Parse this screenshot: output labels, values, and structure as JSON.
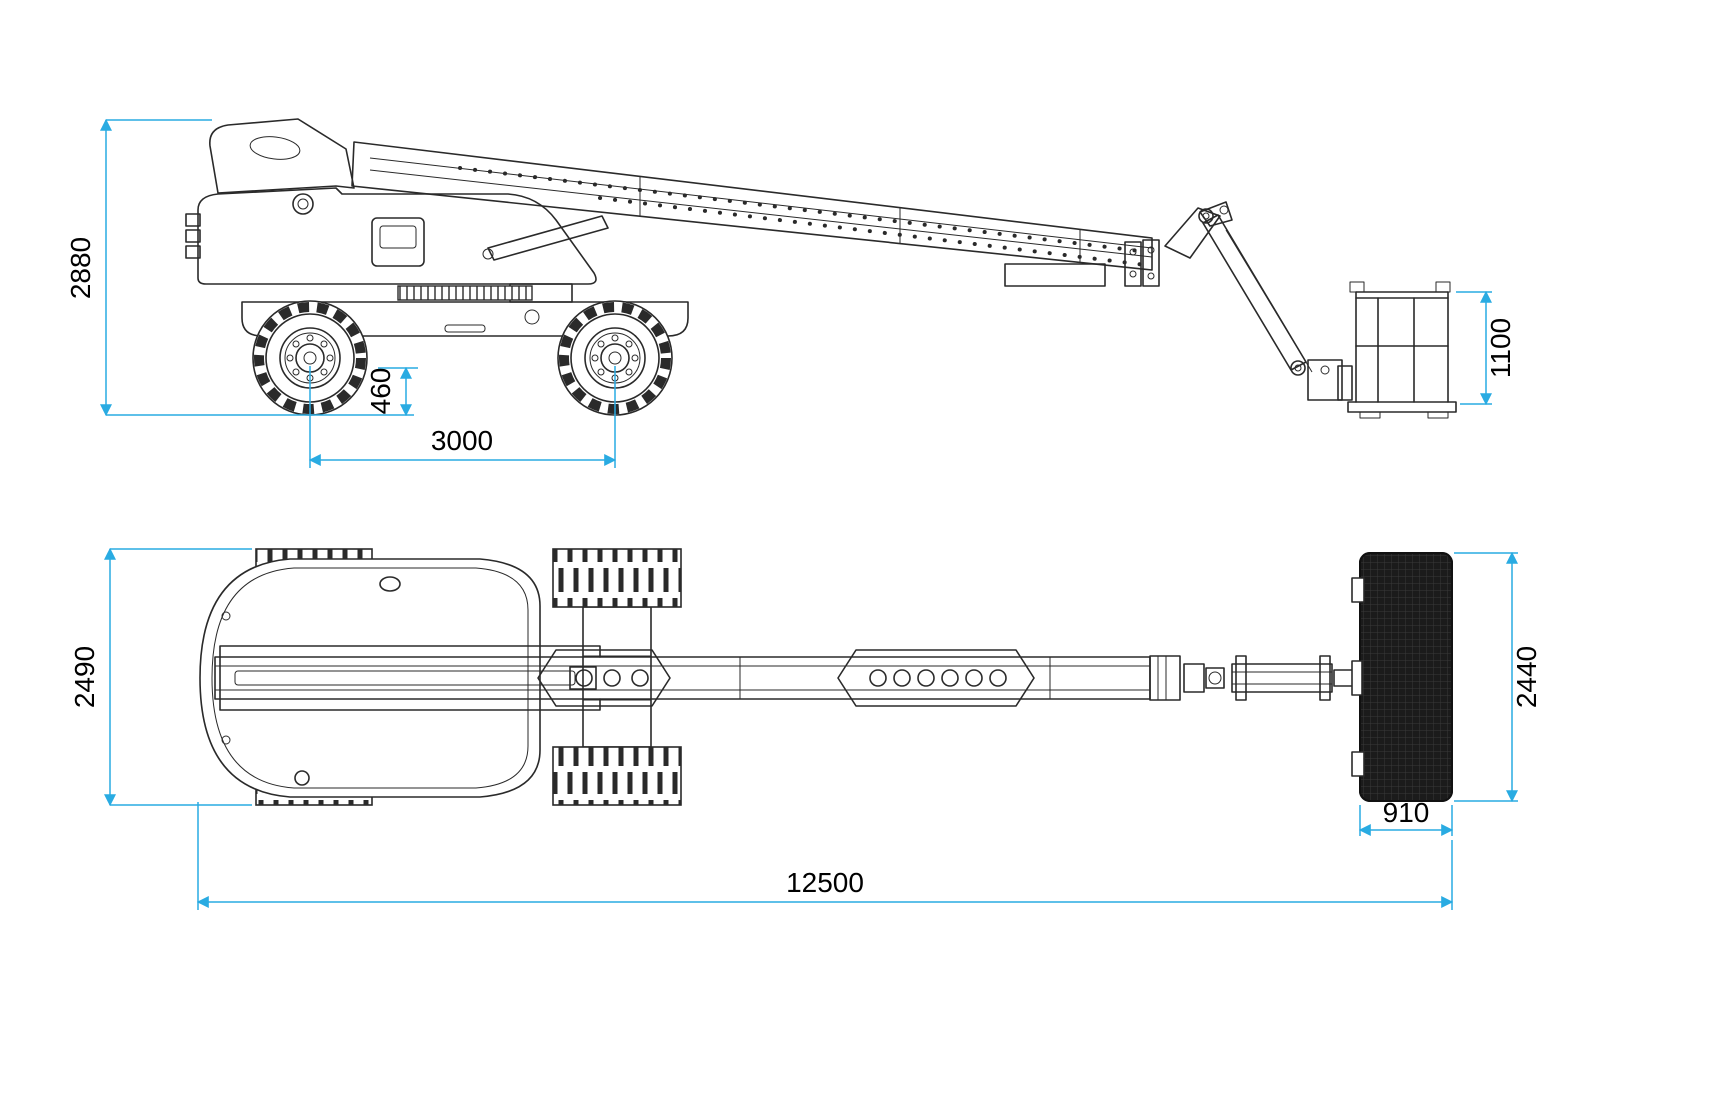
{
  "drawing": {
    "accent_color": "#29abe2",
    "line_color": "#2a2a2a",
    "side_view": {
      "overall_height": "2880",
      "ground_clearance": "460",
      "wheelbase": "3000",
      "basket_height": "1100"
    },
    "top_view": {
      "overall_width": "2490",
      "basket_width": "2440",
      "basket_depth": "910",
      "overall_length": "12500"
    }
  }
}
